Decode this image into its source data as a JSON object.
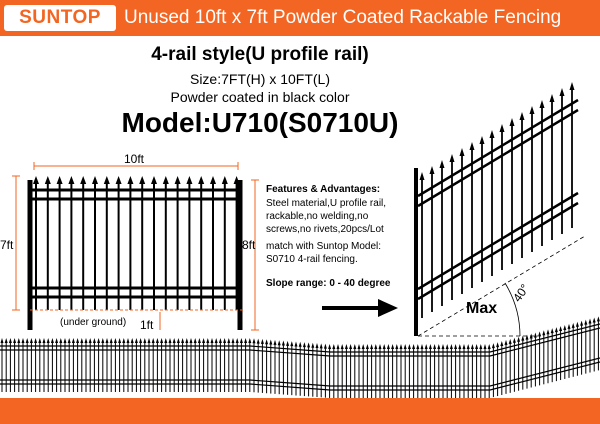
{
  "header": {
    "brand": "SUNTOP",
    "title": "Unused 10ft x 7ft Powder Coated Rackable Fencing",
    "color": "#f26522"
  },
  "spec": {
    "style": "4-rail style(U profile rail)",
    "size": "Size:7FT(H) x 10FT(L)",
    "finish": "Powder coated in black color",
    "model": "Model:U710(S0710U)"
  },
  "diagram": {
    "width": "10ft",
    "height_left": "7ft",
    "height_right": "8ft",
    "underground_note": "(under ground)",
    "underground_depth": "1ft",
    "max_label": "Max",
    "angle_label": "40°"
  },
  "features": {
    "heading": "Features & Advantages:",
    "lines": [
      "Steel material,U profile rail,",
      "rackable,no welding,no",
      "screws,no rivets,20pcs/Lot"
    ],
    "match_lines": [
      "match with Suntop Model:",
      "S0710 4-rail fencing."
    ],
    "slope": "Slope range: 0 - 40 degree"
  }
}
